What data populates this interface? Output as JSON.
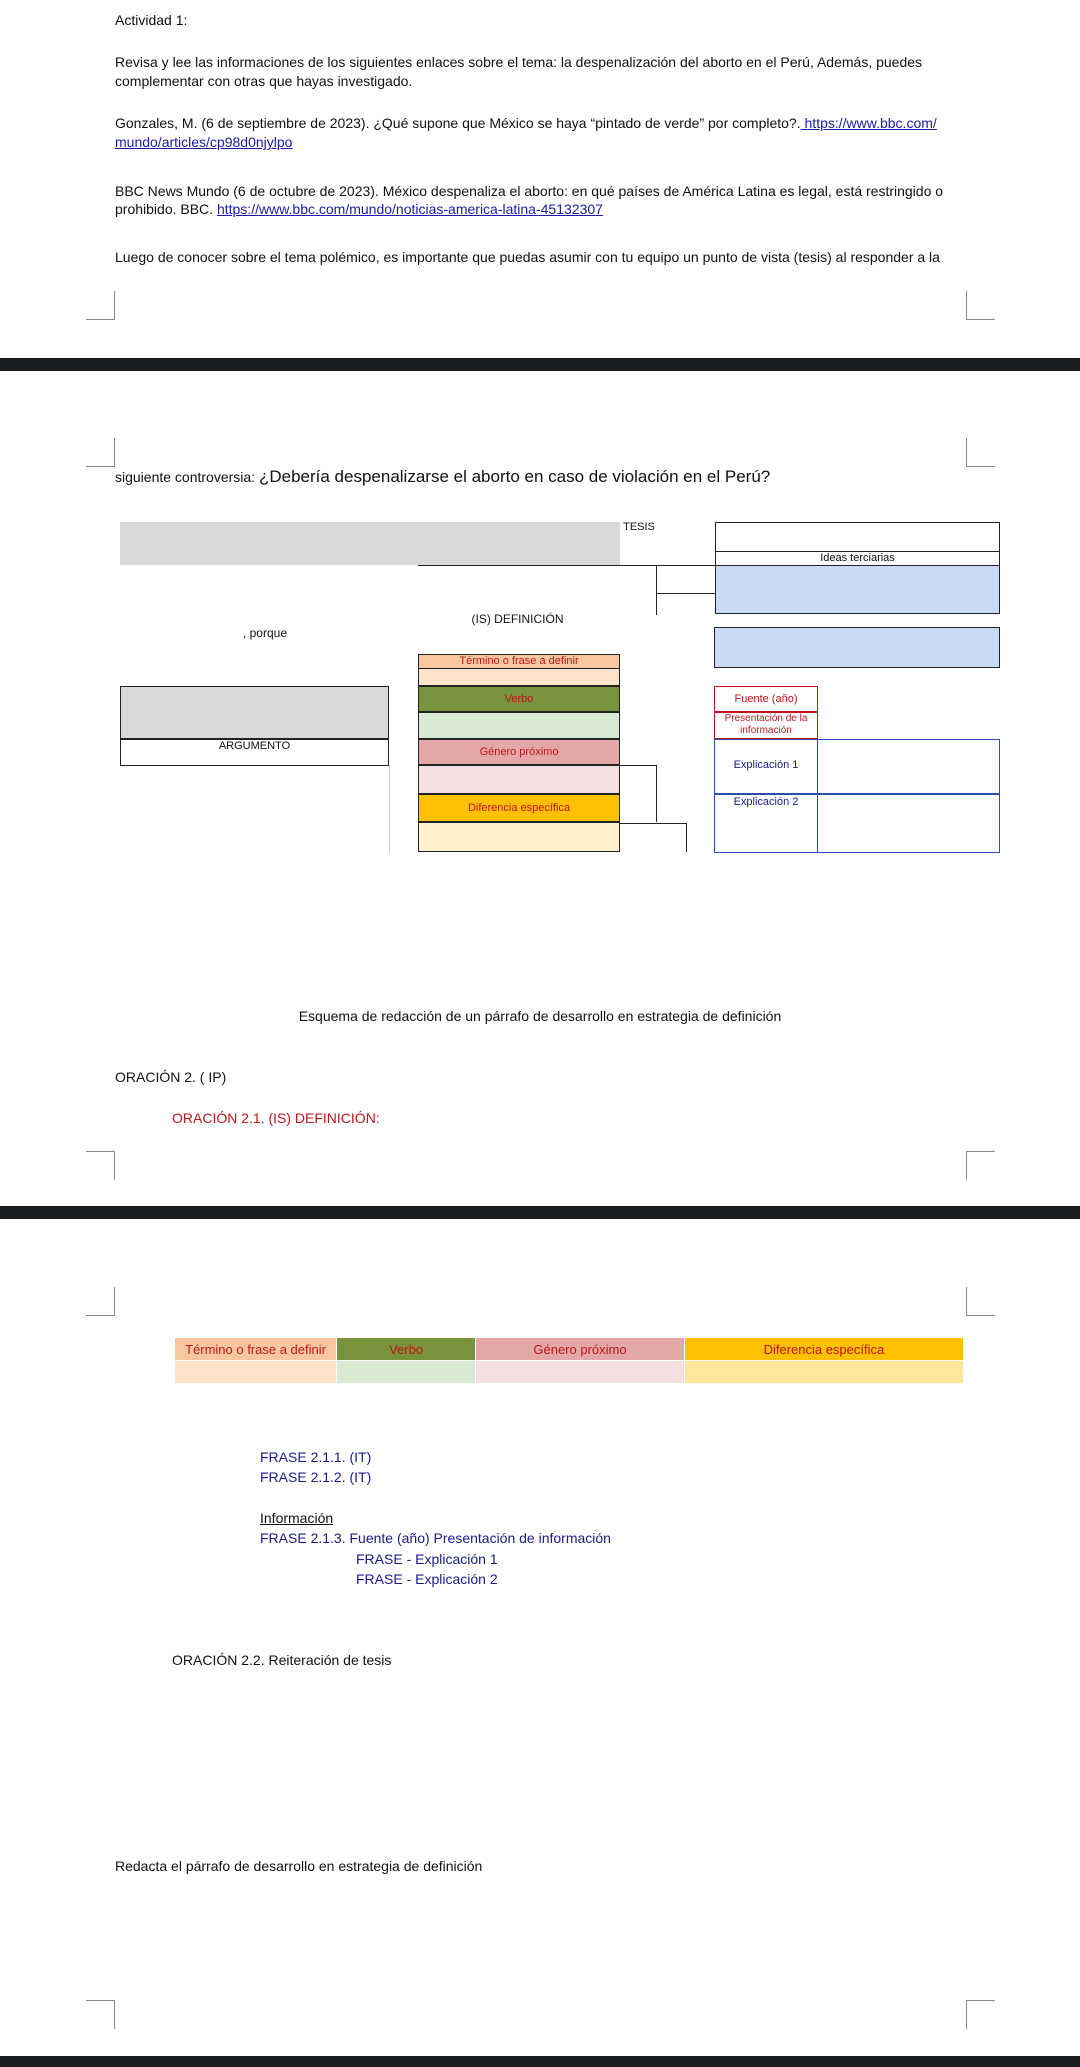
{
  "page1": {
    "heading": "Actividad 1:",
    "intro_line1": "Revisa y lee las informaciones de los siguientes enlaces sobre el tema: la despenalización del aborto en el Perú, Además, puedes",
    "intro_line2": "complementar con otras que hayas investigado.",
    "ref1_text": "Gonzales, M. (6 de septiembre de 2023). ¿Qué supone que México se haya “pintado de verde” por completo?.",
    "ref1_link_a": " https://www.bbc.com/",
    "ref1_link_b": "mundo/articles/cp98d0njylpo",
    "ref2_line1": "BBC News Mundo (6 de octubre de 2023). México despenaliza el aborto: en qué países de América Latina es legal, está restringido o",
    "ref2_line2_prefix": "prohibido. BBC. ",
    "ref2_link": "https://www.bbc.com/mundo/noticias-america-latina-45132307",
    "closing": "Luego de conocer sobre el tema polémico, es importante que puedas asumir con tu equipo un punto de vista (tesis) al responder a la"
  },
  "page2": {
    "controversy_prefix": "siguiente controversia: ",
    "controversy_question": "¿Debería despenalizarse el aborto en caso de violación en el Perú?",
    "diagram": {
      "tesis": "TESIS",
      "ideas_terciarias": "Ideas terciarias",
      "porque": ", porque",
      "is_definicion": "(IS) DEFINICIÓN",
      "termino": "Término o frase a definir",
      "verbo": "Verbo",
      "genero": "Género próximo",
      "diferencia": "Diferencia específica",
      "argumento": "ARGUMENTO",
      "fuente": "Fuente (año)",
      "presentacion": "Presentación de la información",
      "explicacion1": "Explicación 1",
      "explicacion2": "Explicación 2"
    },
    "caption": "Esquema de redacción de un párrafo de desarrollo en estrategia de definición",
    "oracion2": "ORACIÓN 2. ( IP)",
    "oracion21": "ORACIÓN 2.1. (IS) DEFINICIÓN:"
  },
  "page3": {
    "table_headers": [
      "Término o frase a definir",
      "Verbo",
      "Género próximo",
      "Diferencia específica"
    ],
    "frase211": "FRASE 2.1.1. (IT)",
    "frase212": "FRASE 2.1.2. (IT)",
    "informacion": "Información",
    "frase213": "FRASE 2.1.3. Fuente (año) Presentación de información",
    "exp1": "FRASE - Explicación 1",
    "exp2": "FRASE - Explicación 2",
    "oracion22": "ORACIÓN 2.2. Reiteración de tesis",
    "redacta": "Redacta el párrafo de desarrollo en estrategia de definición"
  },
  "colors": {
    "gray": "#d9d9d9",
    "light_blue": "#c9daf8",
    "peach": "#f8c7a0",
    "olive": "#77933c",
    "rose": "#e3a7a7",
    "gold": "#ffc000",
    "link": "#1a1aa6",
    "red_text": "#c0151b",
    "blue_text": "#1a1a8c"
  }
}
